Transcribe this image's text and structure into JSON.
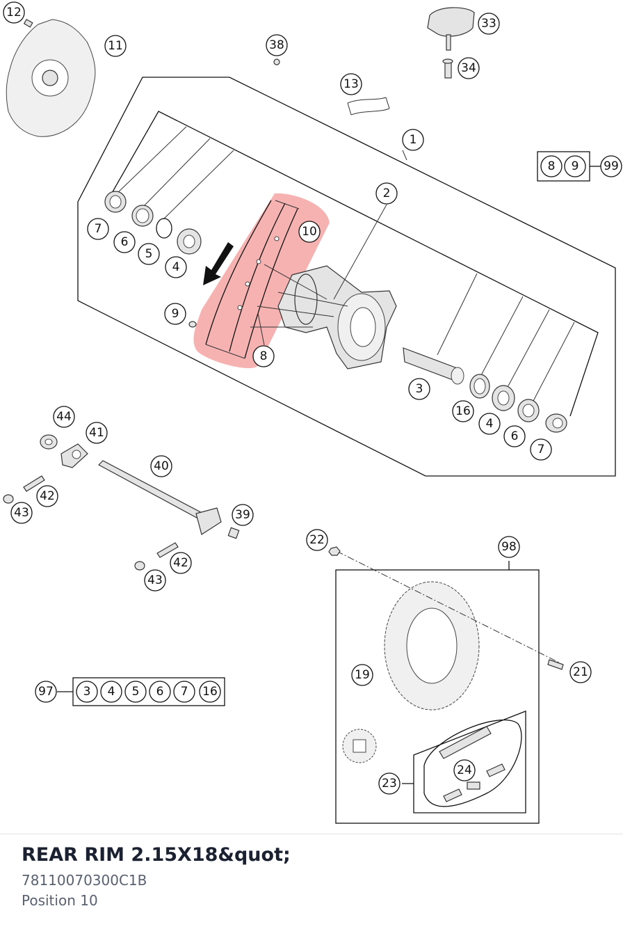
{
  "part": {
    "name": "REAR RIM 2.15X18&quot;",
    "number": "78110070300C1B",
    "position_label": "Position 10"
  },
  "highlight_color": "#f4a3a3",
  "callouts": {
    "c12": "12",
    "c11": "11",
    "c38": "38",
    "c33": "33",
    "c34": "34",
    "c13": "13",
    "c1": "1",
    "c2": "2",
    "c10": "10",
    "c8a": "8",
    "c9a": "9",
    "c99": "99",
    "c7a": "7",
    "c6a": "6",
    "c5": "5",
    "c4a": "4",
    "c9b": "9",
    "c8b": "8",
    "c3a": "3",
    "c16a": "16",
    "c4b": "4",
    "c6b": "6",
    "c7b": "7",
    "c44": "44",
    "c41": "41",
    "c40": "40",
    "c42a": "42",
    "c43a": "43",
    "c39": "39",
    "c42b": "42",
    "c43b": "43",
    "c22": "22",
    "c98": "98",
    "c21": "21",
    "c19": "19",
    "c97": "97",
    "c3b": "3",
    "c4c": "4",
    "c5b": "5",
    "c6c": "6",
    "c7c": "7",
    "c16b": "16",
    "c23": "23",
    "c24": "24"
  }
}
